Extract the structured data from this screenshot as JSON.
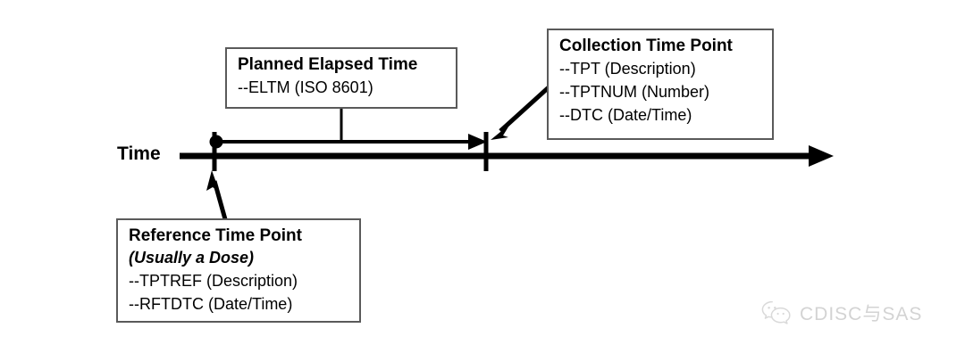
{
  "diagram": {
    "axis": {
      "label": "Time"
    },
    "boxes": {
      "planned": {
        "title": "Planned Elapsed Time",
        "lines": [
          "--ELTM (ISO 8601)"
        ]
      },
      "collection": {
        "title": "Collection Time Point",
        "lines": [
          "--TPT (Description)",
          "--TPTNUM (Number)",
          "--DTC (Date/Time)"
        ]
      },
      "reference": {
        "title": "Reference Time Point",
        "subtitle": "(Usually a Dose)",
        "lines": [
          "--TPTREF (Description)",
          "--RFTDTC (Date/Time)"
        ]
      }
    },
    "colors": {
      "stroke": "#000000",
      "box_border": "#5a5a5a",
      "background": "#ffffff",
      "watermark": "#b9b9b9"
    }
  },
  "watermark": {
    "text": "CDISC与SAS",
    "icon": "wechat-icon"
  }
}
